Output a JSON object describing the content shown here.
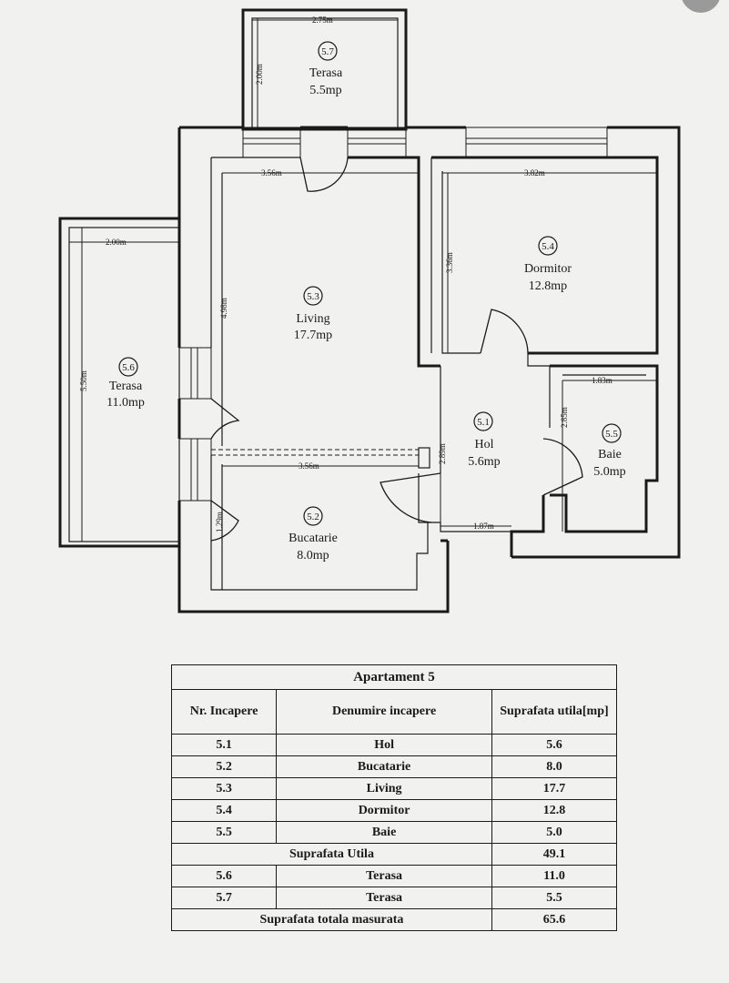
{
  "rooms": [
    {
      "id": "5.7",
      "name": "Terasa",
      "area": "5.5mp"
    },
    {
      "id": "5.3",
      "name": "Living",
      "area": "17.7mp"
    },
    {
      "id": "5.4",
      "name": "Dormitor",
      "area": "12.8mp"
    },
    {
      "id": "5.6",
      "name": "Terasa",
      "area": "11.0mp"
    },
    {
      "id": "5.1",
      "name": "Hol",
      "area": "5.6mp"
    },
    {
      "id": "5.5",
      "name": "Baie",
      "area": "5.0mp"
    },
    {
      "id": "5.2",
      "name": "Bucatarie",
      "area": "8.0mp"
    }
  ],
  "dimensions": [
    "2.75m",
    "2.00m",
    "3.56m",
    "3.82m",
    "2.00m",
    "3.36m",
    "4.98m",
    "5.50m",
    "1.83m",
    "2.85m",
    "2.89m",
    "3.56m",
    "1.87m",
    "1.29m"
  ],
  "table": {
    "title": "Apartament 5",
    "headers": [
      "Nr. Incapere",
      "Denumire incapere",
      "Suprafata utila[mp]"
    ],
    "rows": [
      {
        "nr": "5.1",
        "name": "Hol",
        "area": "5.6"
      },
      {
        "nr": "5.2",
        "name": "Bucatarie",
        "area": "8.0"
      },
      {
        "nr": "5.3",
        "name": "Living",
        "area": "17.7"
      },
      {
        "nr": "5.4",
        "name": "Dormitor",
        "area": "12.8"
      },
      {
        "nr": "5.5",
        "name": "Baie",
        "area": "5.0"
      }
    ],
    "subtotal_label": "Suprafata Utila",
    "subtotal_value": "49.1",
    "terrace_rows": [
      {
        "nr": "5.6",
        "name": "Terasa",
        "area": "11.0"
      },
      {
        "nr": "5.7",
        "name": "Terasa",
        "area": "5.5"
      }
    ],
    "total_label": "Suprafata totala masurata",
    "total_value": "65.6"
  }
}
